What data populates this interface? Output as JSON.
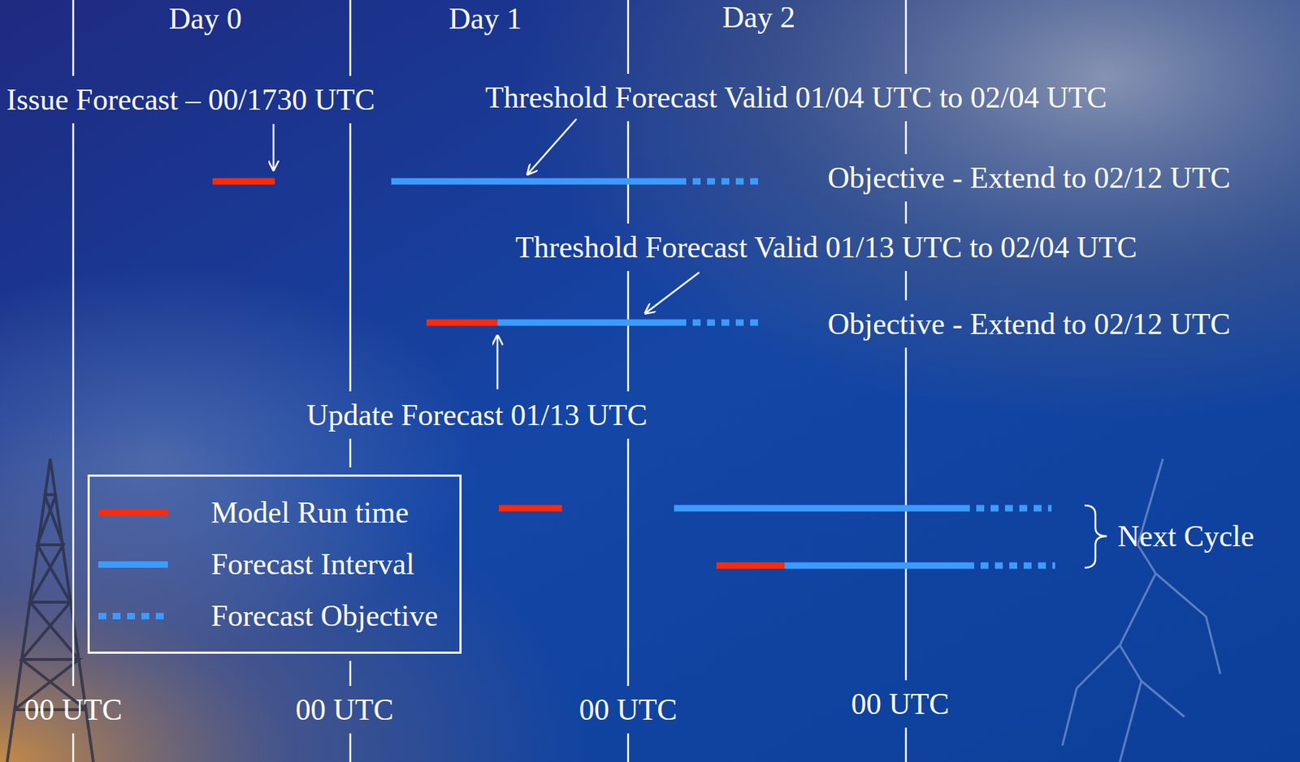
{
  "diagram": {
    "labels": [
      "Day 0",
      "Day 1",
      "Day 2",
      "Issue Forecast – 00/1730 UTC",
      "Threshold Forecast Valid 01/04 UTC to 02/04 UTC",
      "Objective - Extend to 02/12 UTC",
      "Threshold Forecast Valid 01/13 UTC to 02/04 UTC",
      "Objective - Extend to 02/12 UTC",
      "Update Forecast 01/13 UTC",
      "Next Cycle",
      "00 UTC",
      "00 UTC",
      "00 UTC",
      "00 UTC"
    ],
    "legend": [
      {
        "text": "Model Run time",
        "color": "#ff2a0a"
      },
      {
        "text": "Forecast Interval",
        "color": "#3d9bff"
      },
      {
        "text": "Forecast Objective",
        "color": "#3d9bff"
      }
    ]
  }
}
